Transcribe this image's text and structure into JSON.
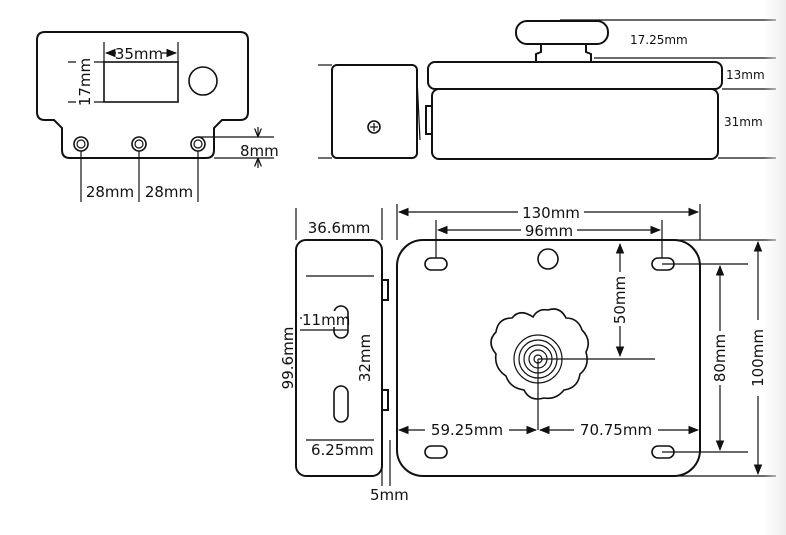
{
  "dimensions": {
    "plate_window_width": "35mm",
    "plate_window_height": "17mm",
    "hole_offset": "8mm",
    "hole_spacing_left": "28mm",
    "hole_spacing_right": "28mm",
    "knob_height": "17.25mm",
    "cover_height": "13mm",
    "body_height": "31mm",
    "side_width": "36.6mm",
    "side_height": "99.6mm",
    "slot_width": "11mm",
    "slot_spacing": "32mm",
    "bottom_offset": "6.25mm",
    "flange_thickness": "5mm",
    "overall_width": "130mm",
    "hole_span": "96mm",
    "keyhole_offset": "50mm",
    "left_to_center": "59.25mm",
    "center_to_right": "70.75mm",
    "hole_vertical": "80mm",
    "overall_height": "100mm"
  },
  "colors": {
    "line": "#111111",
    "background": "#ffffff"
  }
}
